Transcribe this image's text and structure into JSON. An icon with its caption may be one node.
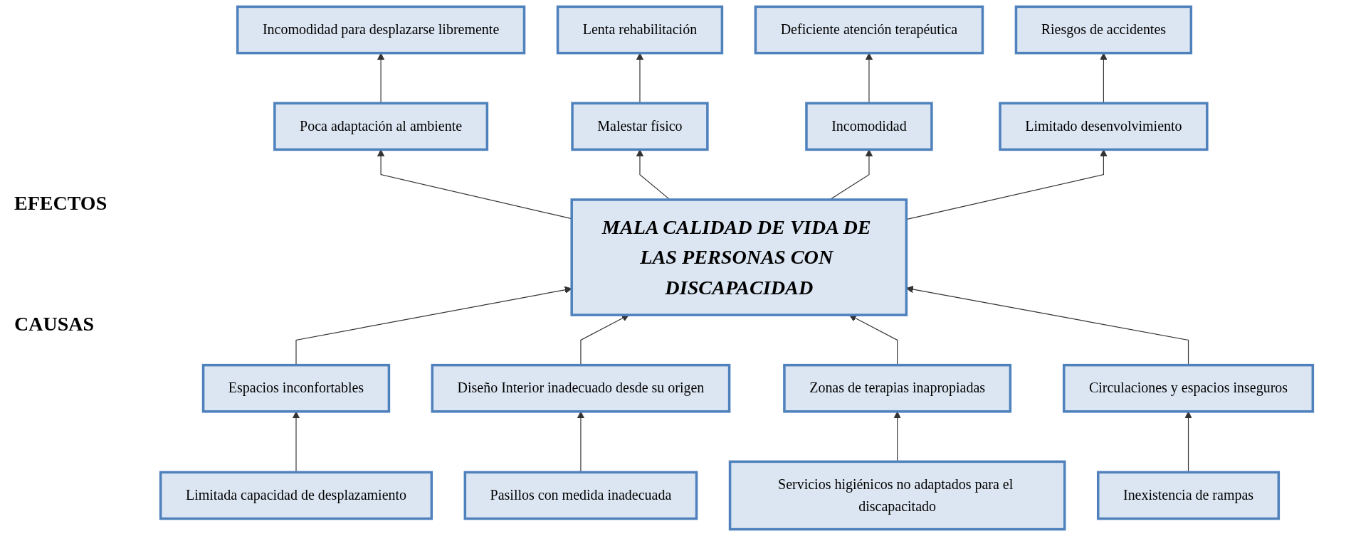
{
  "diagram": {
    "nodes": [
      {
        "text": [
          "Incomodidad para desplazarse libremente"
        ]
      },
      {
        "text": [
          "Lenta rehabilitación"
        ]
      },
      {
        "text": [
          "Deficiente atención terapéutica"
        ]
      },
      {
        "text": [
          "Riesgos de accidentes"
        ]
      },
      {
        "text": [
          "Poca adaptación al ambiente"
        ]
      },
      {
        "text": [
          "Malestar físico"
        ]
      },
      {
        "text": [
          "Incomodidad"
        ]
      },
      {
        "text": [
          "Limitado desenvolvimiento"
        ]
      },
      {
        "text": [
          "MALA CALIDAD DE VIDA DE LAS PERSONAS CON DISCAPACIDAD"
        ]
      },
      {
        "text": [
          "Espacios inconfortables"
        ]
      },
      {
        "text": [
          "Diseño Interior inadecuado desde su origen"
        ]
      },
      {
        "text": [
          "Zonas de terapias inapropiadas"
        ]
      },
      {
        "text": [
          "Circulaciones y espacios inseguros"
        ]
      },
      {
        "text": [
          "Limitada capacidad de desplazamiento"
        ]
      },
      {
        "text": [
          "Pasillos con medida inadecuada"
        ]
      },
      {
        "text": [
          "Servicios higiénicos no adaptados para el discapacitado"
        ]
      },
      {
        "text": [
          "Inexistencia de rampas"
        ]
      }
    ],
    "edges": [
      {
        "from": 4,
        "to": 0,
        "arrow": "to"
      },
      {
        "from": 5,
        "to": 1,
        "arrow": "to"
      },
      {
        "from": 6,
        "to": 2,
        "arrow": "to"
      },
      {
        "from": 7,
        "to": 3,
        "arrow": "to"
      },
      {
        "from": 8,
        "to": 4,
        "arrow": "to"
      },
      {
        "from": 8,
        "to": 5,
        "arrow": "to"
      },
      {
        "from": 8,
        "to": 6,
        "arrow": "to"
      },
      {
        "from": 8,
        "to": 7,
        "arrow": "to"
      },
      {
        "from": 9,
        "to": 8,
        "arrow": "to"
      },
      {
        "from": 10,
        "to": 8,
        "arrow": "to"
      },
      {
        "from": 11,
        "to": 8,
        "arrow": "to"
      },
      {
        "from": 12,
        "to": 8,
        "arrow": "to"
      },
      {
        "from": 13,
        "to": 9,
        "arrow": "to"
      },
      {
        "from": 14,
        "to": 10,
        "arrow": "to"
      },
      {
        "from": 15,
        "to": 11,
        "arrow": "to"
      },
      {
        "from": 16,
        "to": 12,
        "arrow": "to"
      }
    ],
    "labels": [
      "EFECTOS",
      "CAUSAS"
    ]
  }
}
